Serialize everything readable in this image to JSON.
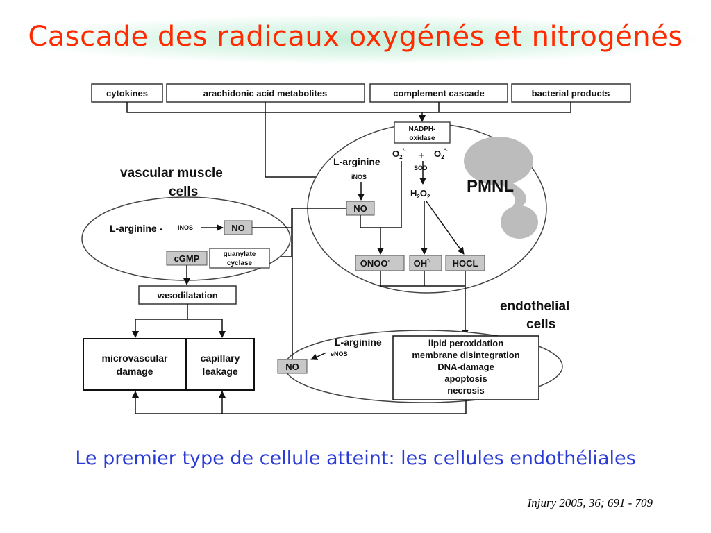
{
  "title": "Cascade des radicaux oxygénés et nitrogénés",
  "subtitle": "Le premier type de cellule atteint: les cellules endothéliales",
  "citation": "Injury 2005, 36; 691 - 709",
  "diagram": {
    "top_boxes": {
      "cytokines": "cytokines",
      "arachidonic": "arachidonic acid metabolites",
      "complement": "complement cascade",
      "bacterial": "bacterial products"
    },
    "pmnl": {
      "nadph_1": "NADPH-",
      "nadph_2": "oxidase",
      "l_arginine": "L-arginine",
      "inos": "iNOS",
      "no": "NO",
      "o2_left": "O",
      "o2_sub": "2",
      "o2_sup": "°-",
      "plus": "+",
      "o2_right": "O",
      "sod": "SOD",
      "h2o2": "H",
      "h2o2_2": "2",
      "h2o2_o": "O",
      "h2o2_3": "2",
      "pmnl_label": "PMNL",
      "onoo": "ONOO",
      "onoo_sup": "-",
      "oh": "OH",
      "oh_sup": "°-",
      "hocl": "HOCL"
    },
    "vascular": {
      "label_1": "vascular muscle",
      "label_2": "cells",
      "l_arginine": "L-arginine -",
      "inos": "iNOS",
      "no": "NO",
      "cgmp": "cGMP",
      "guanylate_1": "guanylate",
      "guanylate_2": "cyclase",
      "vasodilatation": "vasodilatation",
      "micro_1": "microvascular",
      "micro_2": "damage",
      "cap_1": "capillary",
      "cap_2": "leakage"
    },
    "endothelial": {
      "label_1": "endothelial",
      "label_2": "cells",
      "l_arginine": "L-arginine",
      "enos": "eNOS",
      "no": "NO",
      "effects": [
        "lipid peroxidation",
        "membrane disintegration",
        "DNA-damage",
        "apoptosis",
        "necrosis"
      ]
    }
  }
}
